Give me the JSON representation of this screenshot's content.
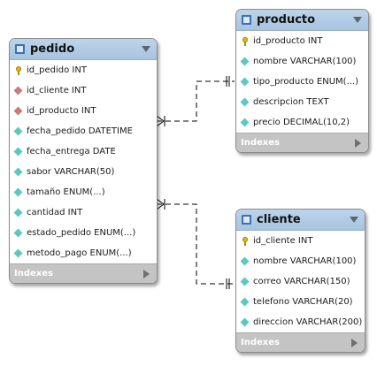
{
  "tables": {
    "pedido": {
      "name": "pedido",
      "columns": [
        {
          "name": "id_pedido INT",
          "kind": "pk"
        },
        {
          "name": "id_cliente INT",
          "kind": "fk"
        },
        {
          "name": "id_producto INT",
          "kind": "fk"
        },
        {
          "name": "fecha_pedido DATETIME",
          "kind": "attr"
        },
        {
          "name": "fecha_entrega DATE",
          "kind": "attr"
        },
        {
          "name": "sabor VARCHAR(50)",
          "kind": "attr"
        },
        {
          "name": "tamaño ENUM(...)",
          "kind": "attr"
        },
        {
          "name": "cantidad INT",
          "kind": "attr"
        },
        {
          "name": "estado_pedido ENUM(...)",
          "kind": "attr"
        },
        {
          "name": "metodo_pago ENUM(...)",
          "kind": "attr"
        }
      ],
      "footer": "Indexes"
    },
    "producto": {
      "name": "producto",
      "columns": [
        {
          "name": "id_producto INT",
          "kind": "pk"
        },
        {
          "name": "nombre VARCHAR(100)",
          "kind": "attr"
        },
        {
          "name": "tipo_producto ENUM(...)",
          "kind": "attr"
        },
        {
          "name": "descripcion TEXT",
          "kind": "attr"
        },
        {
          "name": "precio DECIMAL(10,2)",
          "kind": "attr"
        }
      ],
      "footer": "Indexes"
    },
    "cliente": {
      "name": "cliente",
      "columns": [
        {
          "name": "id_cliente INT",
          "kind": "pk"
        },
        {
          "name": "nombre VARCHAR(100)",
          "kind": "attr"
        },
        {
          "name": "correo VARCHAR(150)",
          "kind": "attr"
        },
        {
          "name": "telefono VARCHAR(20)",
          "kind": "attr"
        },
        {
          "name": "direccion VARCHAR(200)",
          "kind": "attr"
        }
      ],
      "footer": "Indexes"
    }
  },
  "colors": {
    "header": "#a8c4e0",
    "table_icon": "#3d6fb3",
    "primary_key": "#e6b800",
    "foreign_key": "#c97a7a",
    "attribute": "#5cc8c0",
    "footer": "#c4c4c4",
    "link_line": "#000000"
  },
  "icons": {
    "table": "table-icon",
    "primary_key": "key-icon",
    "foreign_key": "foreign-key-diamond-icon",
    "attribute": "column-diamond-icon",
    "collapse": "chevron-down-icon",
    "expand_indexes": "chevron-right-icon"
  }
}
